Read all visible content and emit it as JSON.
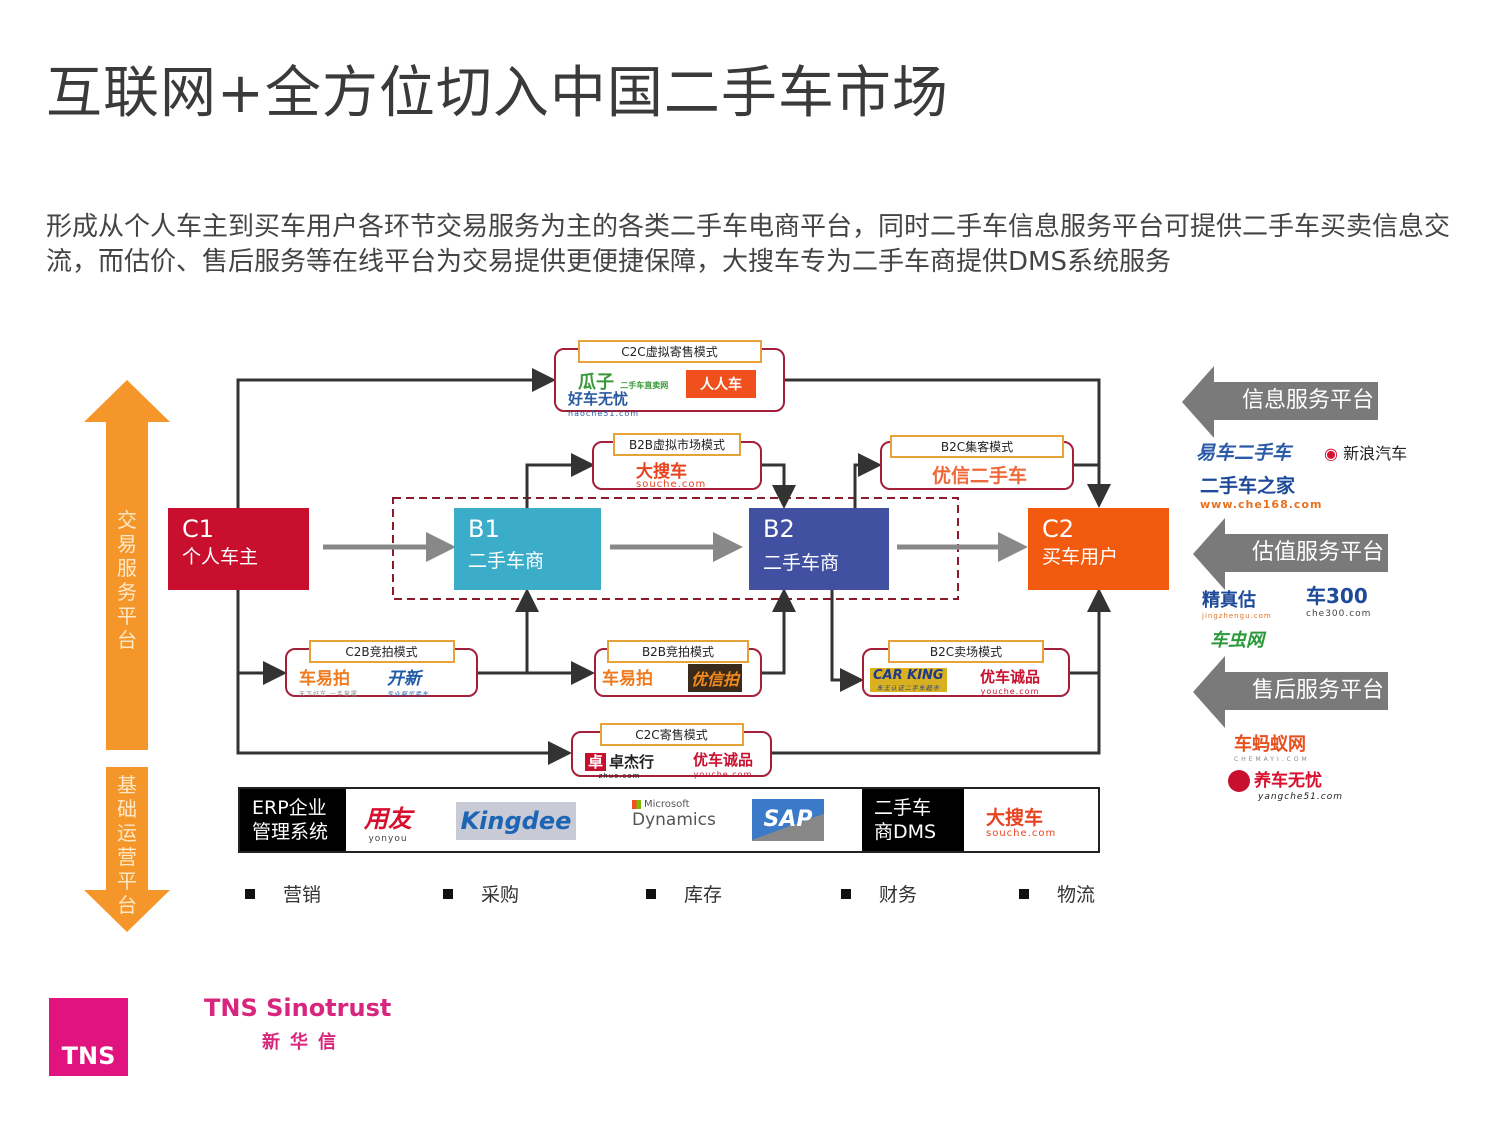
{
  "title": "互联网+全方位切入中国二手车市场",
  "subtitle": "形成从个人车主到买车用户各环节交易服务为主的各类二手车电商平台，同时二手车信息服务平台可提供二手车买卖信息交流，而估价、售后服务等在线平台为交易提供更便捷保障，大搜车专为二手车商提供DMS系统服务",
  "left_axis": {
    "top_label": [
      "交",
      "易",
      "服",
      "务",
      "平",
      "台"
    ],
    "bottom_label": [
      "基",
      "础",
      "运",
      "营",
      "平",
      "台"
    ],
    "color": "#f5962a"
  },
  "nodes": {
    "c1": {
      "code": "C1",
      "name": "个人车主",
      "color": "#c8102e"
    },
    "b1": {
      "code": "B1",
      "name": "二手车商",
      "color": "#3badc9"
    },
    "b2": {
      "code": "B2",
      "name": "二手车商",
      "color": "#4150a0"
    },
    "c2": {
      "code": "C2",
      "name": "买车用户",
      "color": "#f15a0f"
    }
  },
  "modes": {
    "c2c_virtual": {
      "label": "C2C虚拟寄售模式",
      "logos": [
        "瓜子",
        "二手车直卖网",
        "人人车",
        "好车无忧",
        "haoche51.com"
      ]
    },
    "b2b_virtual": {
      "label": "B2B虚拟市场模式",
      "logos": [
        "大搜车",
        "souche.com"
      ]
    },
    "b2c_gather": {
      "label": "B2C集客模式",
      "logos": [
        "优信二手车"
      ]
    },
    "c2b_auction": {
      "label": "C2B竞拍模式",
      "logos": [
        "车易拍",
        "天下好车 一手掌握",
        "开新",
        "专业帮您卖车"
      ]
    },
    "b2b_auction": {
      "label": "B2B竞拍模式",
      "logos": [
        "车易拍",
        "优信拍"
      ]
    },
    "b2c_lot": {
      "label": "B2C卖场模式",
      "logos": [
        "CAR KING",
        "车王认证二手车超市",
        "优车诚品",
        "youche.com"
      ]
    },
    "c2c_consign": {
      "label": "C2C寄售模式",
      "logos": [
        "卓杰行",
        "zhuo.com",
        "优车诚品",
        "youche.com"
      ]
    }
  },
  "erp": {
    "erp_label": "ERP企业管理系统",
    "erp_line1": "ERP企业",
    "erp_line2": "管理系统",
    "yonyou": "用友",
    "yonyou_en": "yonyou",
    "kingdee": "Kingdee",
    "ms_small": "Microsoft",
    "dynamics": "Dynamics",
    "sap": "SAP",
    "dms_line1": "二手车",
    "dms_line2": "商DMS",
    "souche": "大搜车",
    "souche_en": "souche.com"
  },
  "functions": [
    "营销",
    "采购",
    "库存",
    "财务",
    "物流"
  ],
  "right_panel": {
    "info": {
      "label": "信息服务平台",
      "logos": [
        "易车二手车",
        "新浪汽车",
        "二手车之家",
        "www.che168.com"
      ]
    },
    "valuation": {
      "label": "估值服务平台",
      "logos": [
        "精真估",
        "jingzhengu.com",
        "车300",
        "che300.com",
        "车虫网"
      ]
    },
    "aftersale": {
      "label": "售后服务平台",
      "logos": [
        "车蚂蚁网",
        "CHEMAYI.COM",
        "养车无忧",
        "yangche51.com"
      ]
    }
  },
  "footer": {
    "tns": "TNS",
    "brand": "TNS Sinotrust",
    "brand_cn": "新华信",
    "color": "#e1137e"
  }
}
